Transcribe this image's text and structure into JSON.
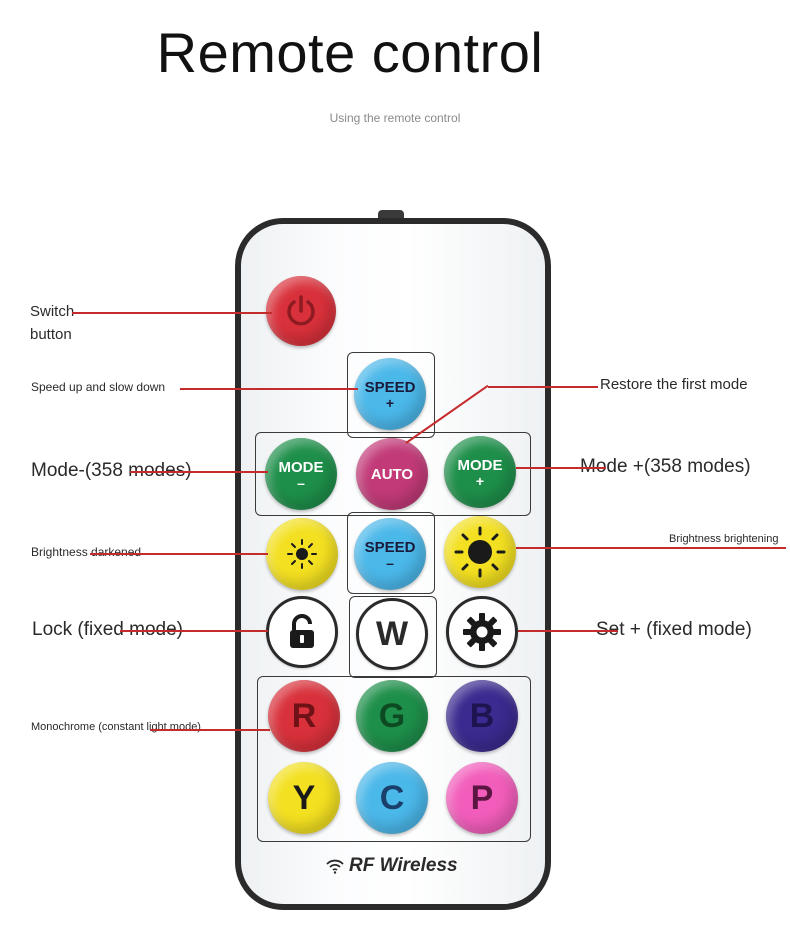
{
  "header": {
    "title": "Remote control",
    "subtitle": "Using the remote control"
  },
  "remote": {
    "brand": "RF Wireless",
    "buttons": {
      "power": {
        "icon": "power-icon",
        "color": "#d9313b"
      },
      "speed_up": {
        "l1": "SPEED",
        "l2": "+",
        "color": "#4bb8ea"
      },
      "mode_minus": {
        "l1": "MODE",
        "l2": "–",
        "color": "#1e8f4a"
      },
      "auto": {
        "l1": "AUTO",
        "color": "#c23a78"
      },
      "mode_plus": {
        "l1": "MODE",
        "l2": "+",
        "color": "#1e8f4a"
      },
      "bright_down": {
        "icon": "sun-small-icon",
        "color": "#f3e021"
      },
      "speed_down": {
        "l1": "SPEED",
        "l2": "–",
        "color": "#4bb8ea"
      },
      "bright_up": {
        "icon": "sun-large-icon",
        "color": "#f3e021"
      },
      "lock": {
        "icon": "lock-icon"
      },
      "white": {
        "l1": "W"
      },
      "settings": {
        "icon": "gear-icon"
      },
      "red": {
        "l1": "R",
        "color": "#d9313b"
      },
      "green": {
        "l1": "G",
        "color": "#1e8f4a"
      },
      "blue": {
        "l1": "B",
        "color": "#3b2a8f"
      },
      "yellow": {
        "l1": "Y",
        "color": "#f3e021"
      },
      "cyan": {
        "l1": "C",
        "color": "#4bb8ea"
      },
      "pink": {
        "l1": "P",
        "color": "#f25dbb"
      }
    }
  },
  "annotations": {
    "switch_line1": "Switch",
    "switch_line2": "button",
    "speed": "Speed up and slow down",
    "restore": "Restore the first mode",
    "mode_minus": "Mode-(358 modes)",
    "mode_plus": "Mode +(358 modes)",
    "bright_darkened": "Brightness darkened",
    "bright_brightening": "Brightness brightening",
    "lock": "Lock (fixed mode)",
    "set_plus": "Set + (fixed mode)",
    "monochrome": "Monochrome (constant light mode)"
  },
  "colors": {
    "pointer_line": "#c52b2b",
    "remote_border": "#2b2b2b"
  }
}
